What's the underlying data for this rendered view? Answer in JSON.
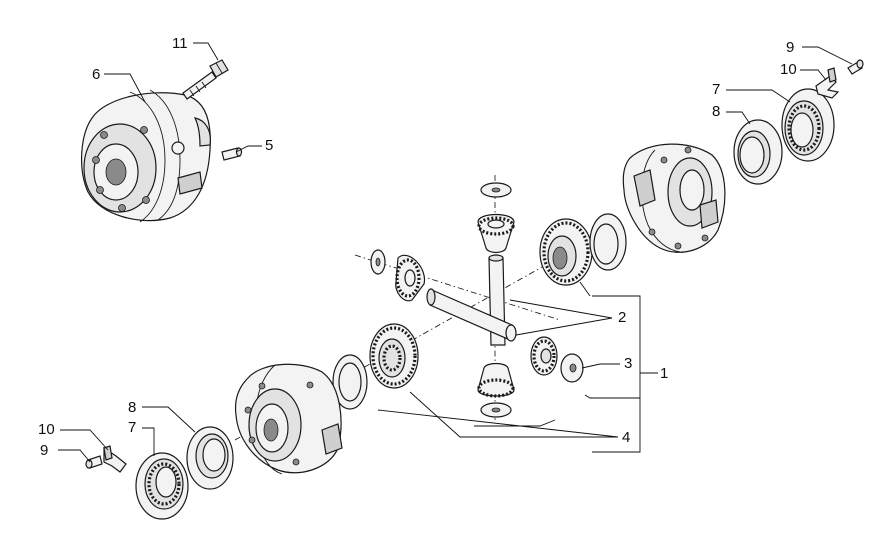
{
  "callouts": {
    "c1": "1",
    "c2": "2",
    "c3": "3",
    "c4": "4",
    "c5": "5",
    "c6": "6",
    "c7_right": "7",
    "c7_left": "7",
    "c8_right": "8",
    "c8_left": "8",
    "c9_right": "9",
    "c9_left": "9",
    "c10_right": "10",
    "c10_left": "10",
    "c11": "11"
  }
}
